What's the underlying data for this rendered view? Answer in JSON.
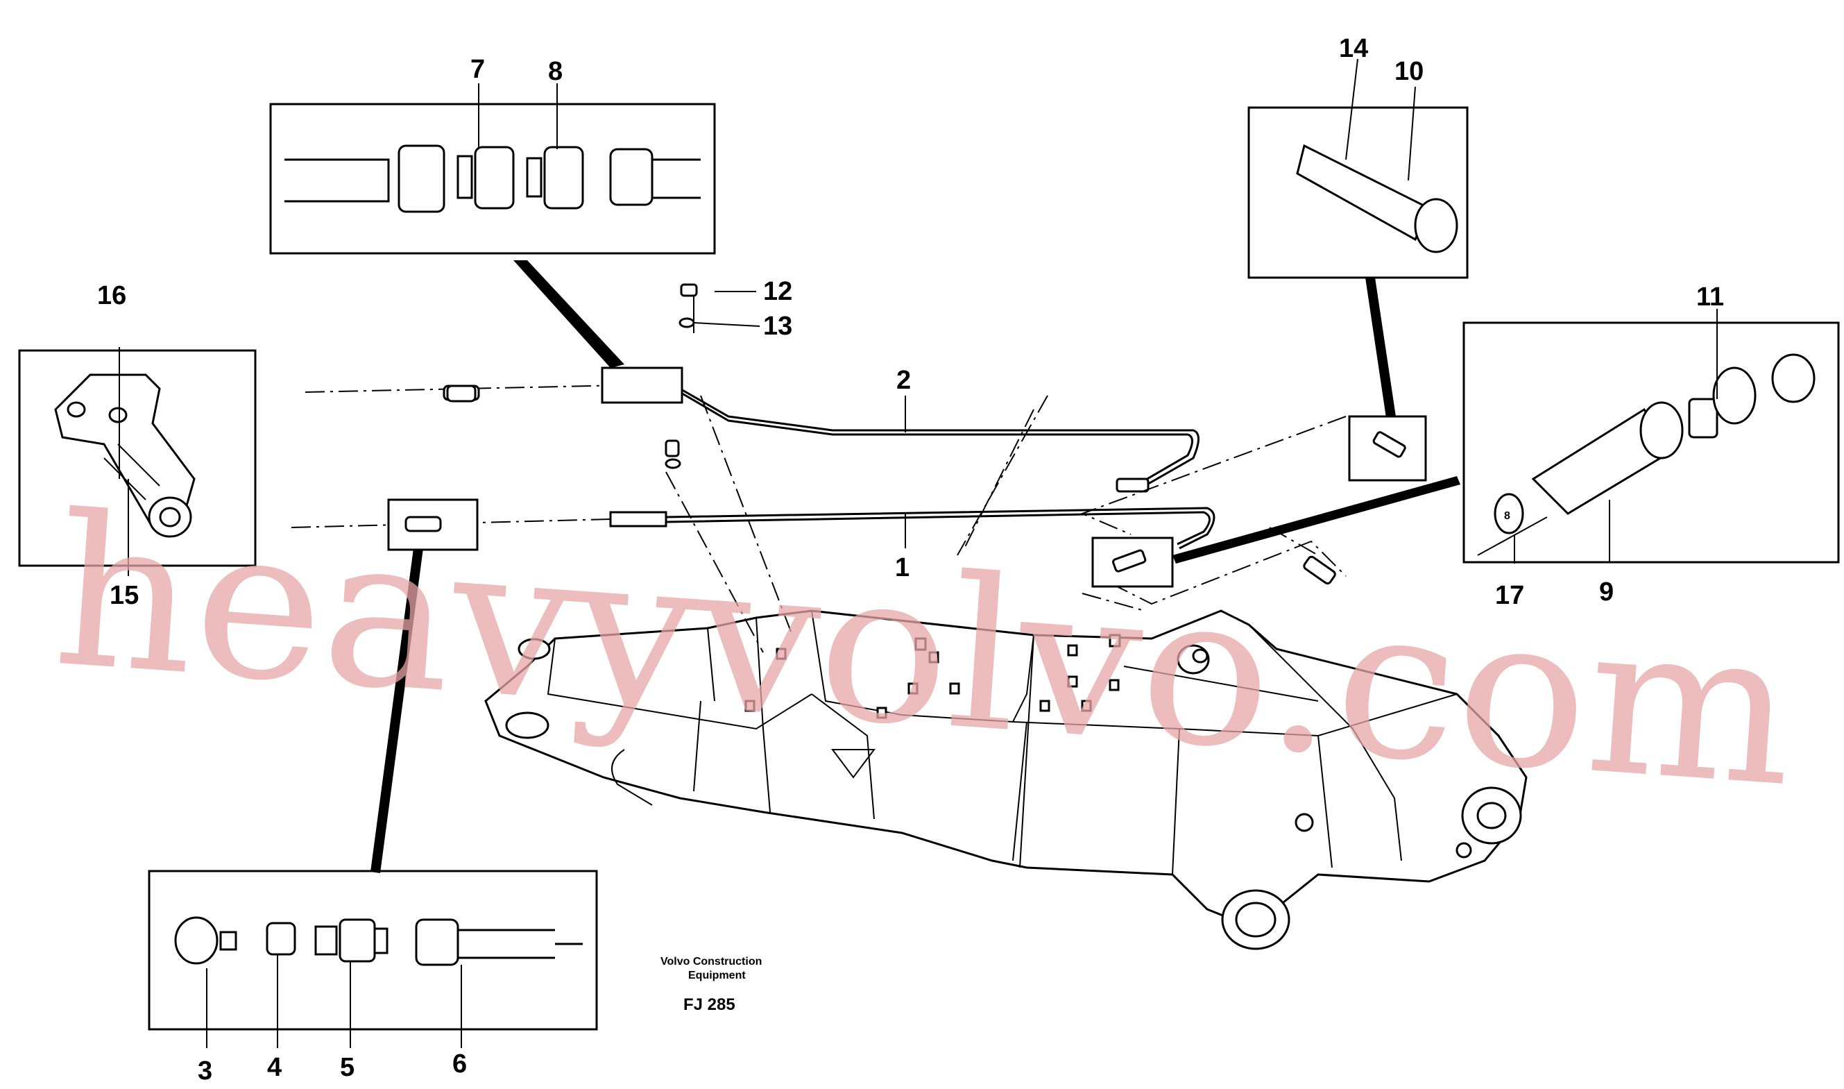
{
  "figure_code": "FJ 285",
  "maker_lines": [
    "Volvo Construction",
    "Equipment"
  ],
  "watermark": "heavyvolvo.com",
  "callouts": [
    "1",
    "2",
    "3",
    "4",
    "5",
    "6",
    "7",
    "8",
    "9",
    "10",
    "11",
    "12",
    "13",
    "14",
    "15",
    "16",
    "17"
  ],
  "inline_mark": "8"
}
